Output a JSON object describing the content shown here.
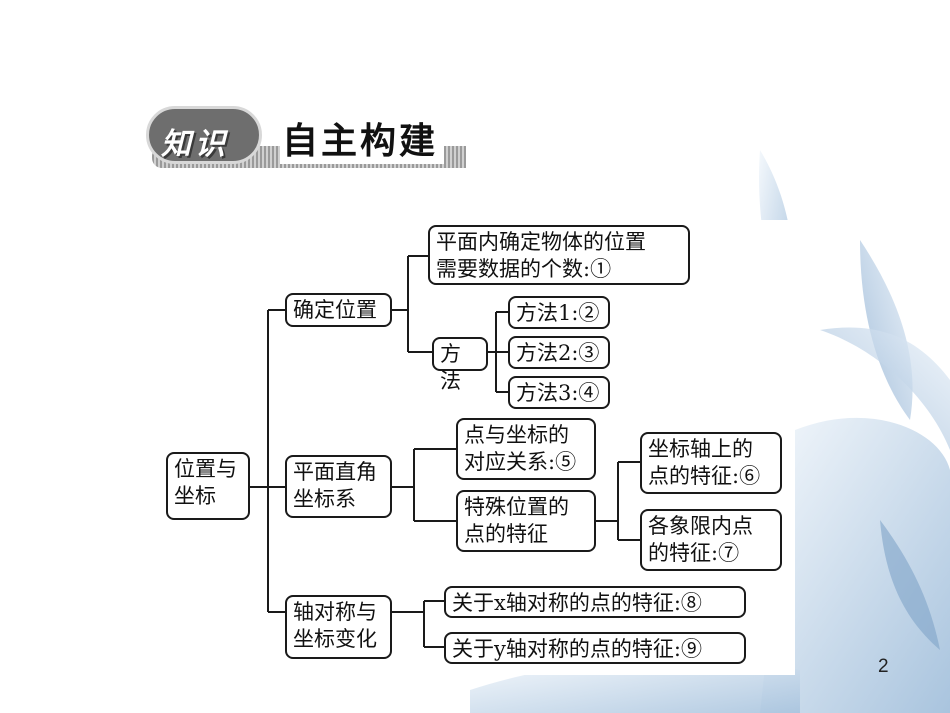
{
  "header": {
    "badge_text": "知识",
    "title": "自主构建"
  },
  "root": "位置与\n坐标",
  "branch_1": {
    "label": "确定位置",
    "item_1": "平面内确定物体的位置\n需要数据的个数:①",
    "method": "方法",
    "methods": [
      "方法1:②",
      "方法2:③",
      "方法3:④"
    ]
  },
  "branch_2": {
    "label": "平面直角\n坐标系",
    "item_1": "点与坐标的\n对应关系:⑤",
    "item_2": "特殊位置的\n点的特征",
    "sub_1": "坐标轴上的\n点的特征:⑥",
    "sub_2": "各象限内点\n的特征:⑦"
  },
  "branch_3": {
    "label": "轴对称与\n坐标变化",
    "item_1": "关于x轴对称的点的特征:⑧",
    "item_2": "关于y轴对称的点的特征:⑨"
  },
  "page_number": "2"
}
